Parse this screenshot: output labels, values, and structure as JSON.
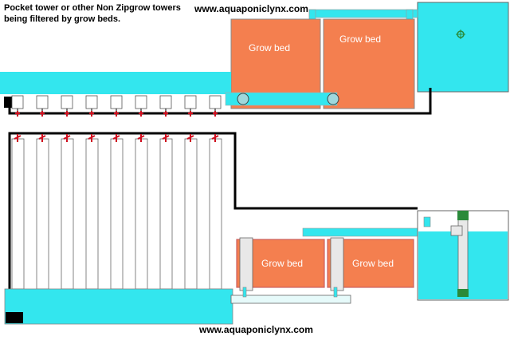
{
  "diagram": {
    "title_line1": "Pocket tower or other Non Zipgrow towers",
    "title_line2": "being filtered by grow beds.",
    "website_top": "www.aquaponiclynx.com",
    "website_bottom": "www.aquaponiclynx.com",
    "top_section": {
      "grow_beds": [
        {
          "label": "Grow bed"
        },
        {
          "label": "Grow bed"
        }
      ],
      "tower_count": 9
    },
    "bottom_section": {
      "grow_beds": [
        {
          "label": "Grow bed"
        },
        {
          "label": "Grow bed"
        }
      ],
      "tower_count": 9
    }
  },
  "colors": {
    "water": "#33e6ee",
    "grow_bed": "#f47f4f",
    "pipe": "#000000",
    "drip": "#d01020",
    "outline": "#ff7070"
  }
}
